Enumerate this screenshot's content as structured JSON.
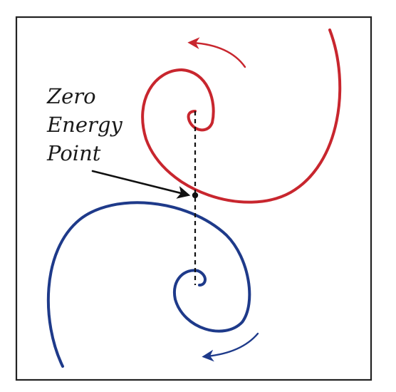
{
  "annotation": {
    "lines": [
      "Zero",
      "Energy",
      "Point"
    ]
  },
  "colors": {
    "frame": "#222222",
    "upper_spiral": "#c8262e",
    "lower_spiral": "#1e3a8a",
    "pointer": "#111111",
    "axis": "#111111"
  },
  "icons": {
    "upper_arrow": "arrow-head-icon",
    "lower_arrow": "arrow-head-icon"
  }
}
